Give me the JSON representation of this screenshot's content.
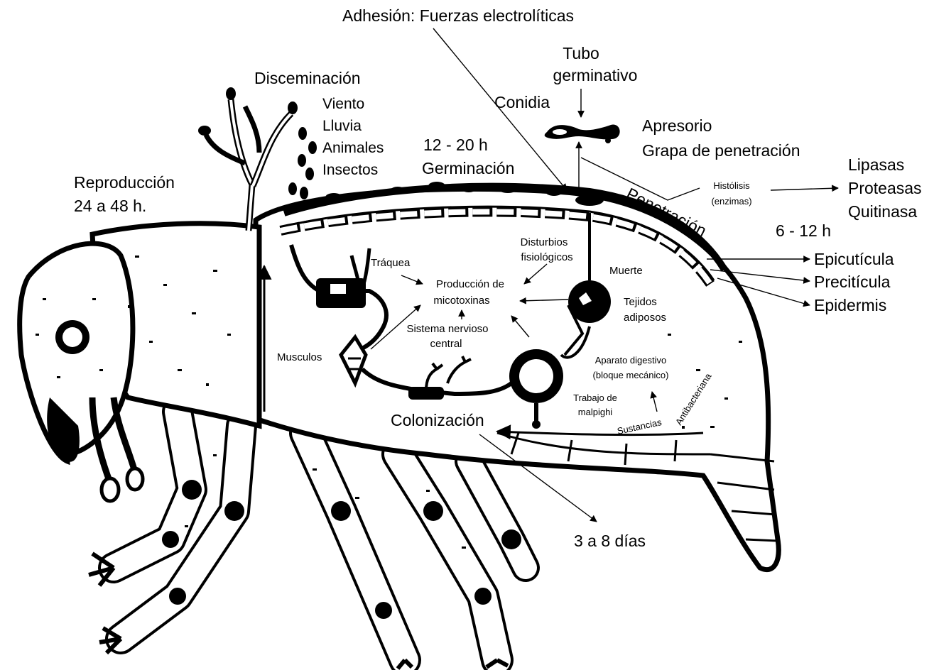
{
  "labels": {
    "adhesion": "Adhesión: Fuerzas electrolíticas",
    "tubo_line1": "Tubo",
    "tubo_line2": "germinativo",
    "conidia": "Conidia",
    "diseminacion": "Disceminación",
    "viento": "Viento",
    "lluvia": "Lluvia",
    "animales": "Animales",
    "insectos": "Insectos",
    "germ_time": "12 - 20 h",
    "germinacion": "Germinación",
    "apresorio": "Apresorio",
    "grapa": "Grapa de penetración",
    "reproduccion_line1": "Reproducción",
    "reproduccion_line2": "24 a 48 h.",
    "histolisis_line1": "Histólisis",
    "histolisis_line2": "(enzimas)",
    "lipasas": "Lipasas",
    "proteasas": "Proteasas",
    "quitinasa": "Quitinasa",
    "penetracion": "Penetración",
    "pen_time": "6 - 12 h",
    "epicuticula": "Epicutícula",
    "precuticula": "Precitícula",
    "epidermis": "Epidermis",
    "disturbios_line1": "Disturbios",
    "disturbios_line2": "fisiológicos",
    "traquea": "Tráquea",
    "produccion_line1": "Producción de",
    "produccion_line2": "micotoxinas",
    "muerte": "Muerte",
    "tejidos_line1": "Tejidos",
    "tejidos_line2": "adiposos",
    "sistema_line1": "Sistema nervioso",
    "sistema_line2": "central",
    "musculos": "Musculos",
    "aparato_line1": "Aparato digestivo",
    "aparato_line2": "(bloque mecánico)",
    "trabajo_line1": "Trabajo de",
    "trabajo_line2": "malpighi",
    "sustancias": "Sustancias",
    "antibacteriana": "Antibacteriana",
    "colonizacion": "Colonización",
    "col_time": "3 a 8 días"
  }
}
